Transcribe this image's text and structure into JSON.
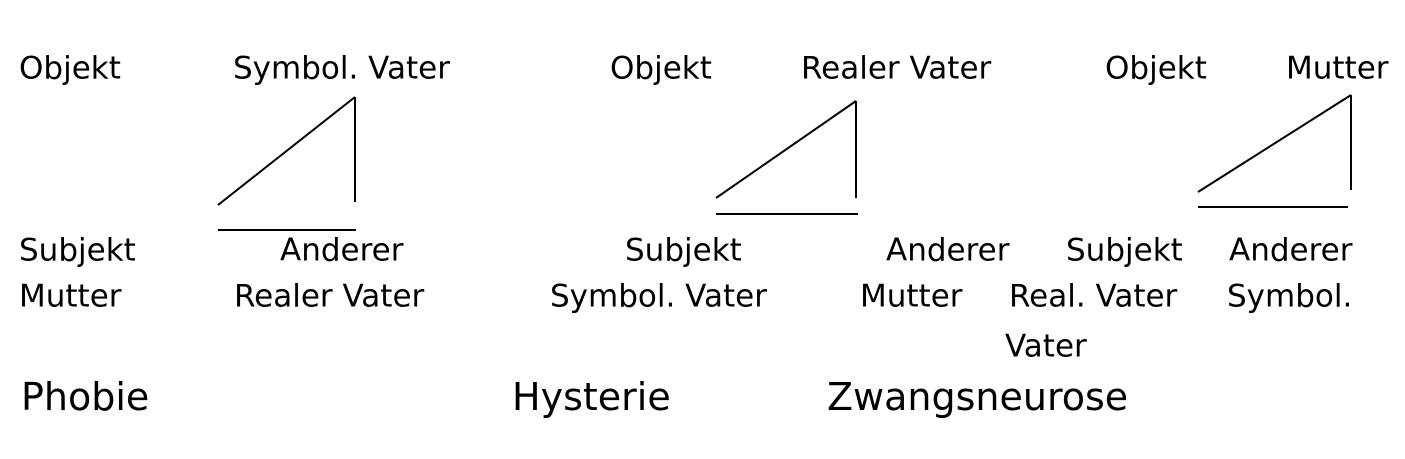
{
  "diagrams": [
    {
      "top_left": "Objekt",
      "top_right": "Symbol. Vater",
      "bottom_left_1": "Subjekt",
      "bottom_left_2": "Mutter",
      "bottom_right_1": "Anderer",
      "bottom_right_2": "Realer Vater",
      "caption": "Phobie"
    },
    {
      "top_left": "Objekt",
      "top_right": "Realer Vater",
      "bottom_left_1": "Subjekt",
      "bottom_left_2": "Symbol. Vater",
      "bottom_right_1": "Anderer",
      "bottom_right_2": "Mutter",
      "caption": "Hysterie"
    },
    {
      "top_left": "Objekt",
      "top_right": "Mutter",
      "bottom_left_1": "Subjekt",
      "bottom_left_2": "Real. Vater",
      "bottom_left_3": "Vater",
      "bottom_right_1": "Anderer",
      "bottom_right_2": "Symbol.",
      "caption": "Zwangsneurose"
    }
  ]
}
